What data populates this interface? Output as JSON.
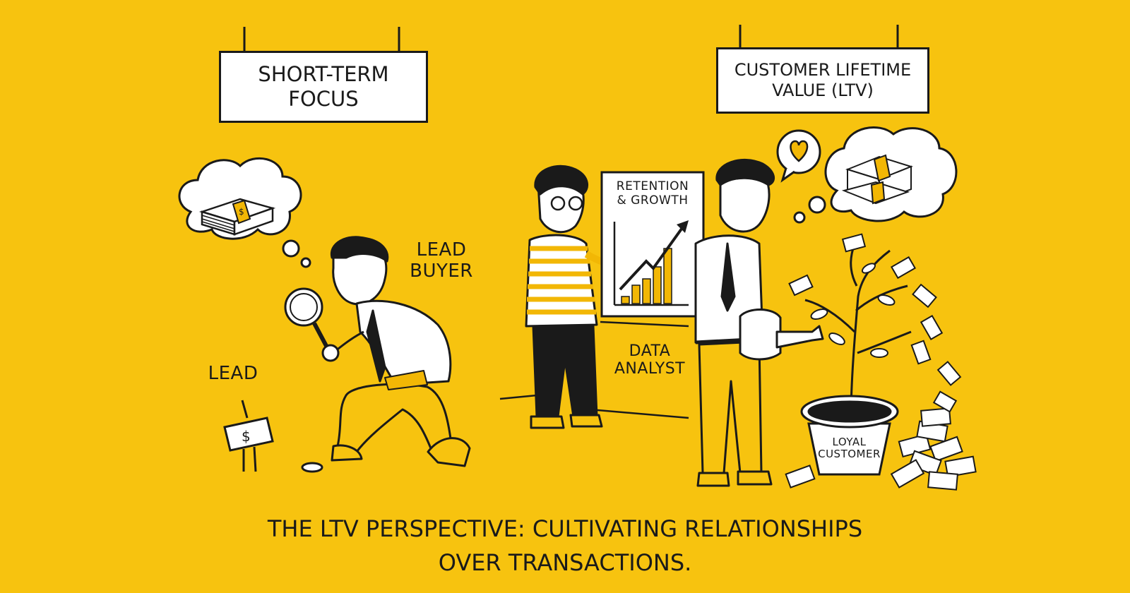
{
  "colors": {
    "background": "#f7c30f",
    "ink": "#1a1a1a",
    "paper": "#ffffff",
    "accent": "#f2b705"
  },
  "left_panel": {
    "sign_line1": "SHORT-TERM",
    "sign_line2": "FOCUS",
    "figure_label_line1": "LEAD",
    "figure_label_line2": "BUYER",
    "lead_label": "LEAD",
    "thought_icon": "money-stack-icon"
  },
  "middle_panel": {
    "chart_title_line1": "RETENTION",
    "chart_title_line2": "& GROWTH",
    "figure_label_line1": "DATA",
    "figure_label_line2": "ANALYST"
  },
  "right_panel": {
    "sign_line1": "CUSTOMER LIFETIME",
    "sign_line2": "VALUE (LTV)",
    "pot_label_line1": "LOYAL",
    "pot_label_line2": "CUSTOMER",
    "speech_icon": "heart-icon",
    "thought_icon": "money-stacks-icon"
  },
  "caption": {
    "line1": "THE LTV PERSPECTIVE: CULTIVATING RELATIONSHIPS",
    "line2": "OVER TRANSACTIONS."
  }
}
